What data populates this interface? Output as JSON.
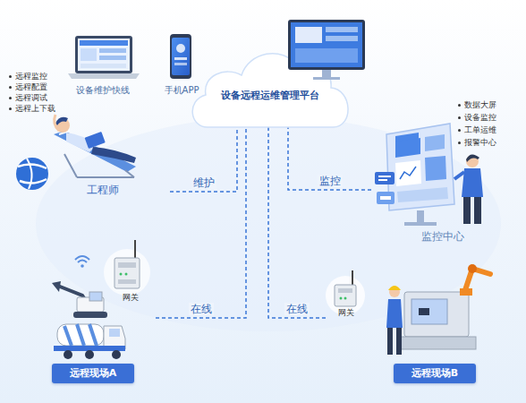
{
  "diagram": {
    "nodes": [
      {
        "text": [
          "设备远程运维管理平台"
        ]
      },
      {
        "text": [
          "设备维护快线"
        ]
      },
      {
        "text": [
          "手机APP"
        ]
      },
      {
        "text": [
          "工程师"
        ]
      },
      {
        "text": [
          "监控中心"
        ]
      },
      {
        "text": [
          "网关"
        ]
      },
      {
        "text": [
          "远程现场A"
        ]
      },
      {
        "text": [
          "网关"
        ]
      },
      {
        "text": [
          "远程现场B"
        ]
      }
    ],
    "edges": [
      {
        "from": 3,
        "to": 0,
        "label": "维护",
        "arrow": "none"
      },
      {
        "from": 4,
        "to": 0,
        "label": "监控",
        "arrow": "none"
      },
      {
        "from": 5,
        "to": 0,
        "label": "在线",
        "arrow": "none"
      },
      {
        "from": 7,
        "to": 0,
        "label": "在线",
        "arrow": "none"
      }
    ],
    "labels": [
      "远程监控",
      "远程配置",
      "远程调试",
      "远程上下载",
      "数据大屏",
      "设备监控",
      "工单运维",
      "报警中心"
    ]
  }
}
